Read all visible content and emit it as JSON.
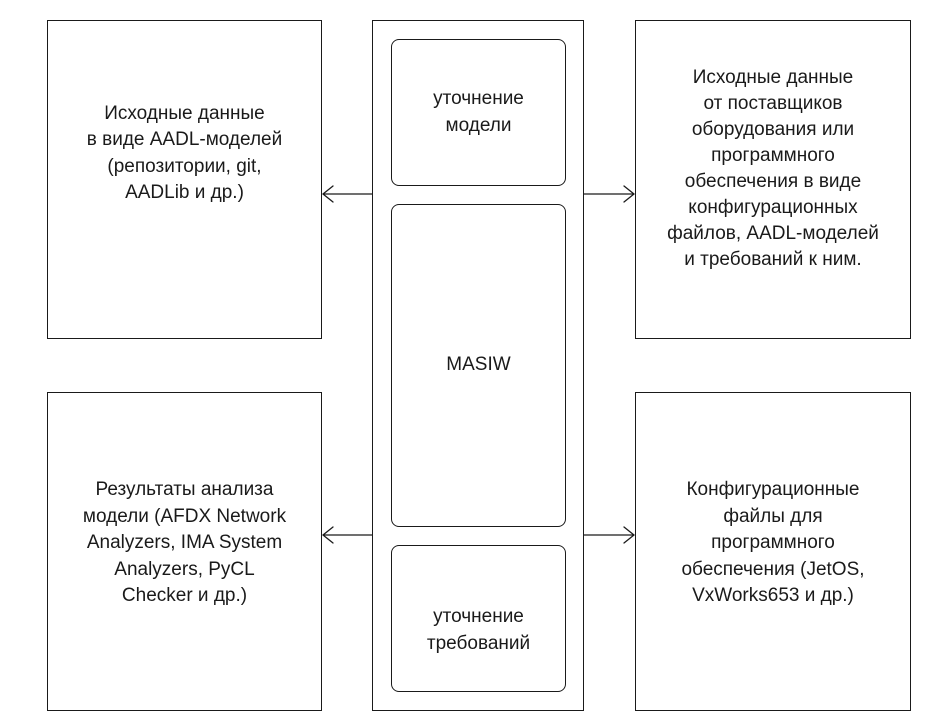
{
  "left_top": {
    "text": "Исходные данные\nв виде AADL-моделей\n(репозитории, git,\nAADLib и др.)"
  },
  "right_top": {
    "text": "Исходные данные\nот поставщиков\nоборудования или\nпрограммного\nобеспечения в виде\nконфигурационных\nфайлов, AADL-моделей\nи требований к ним."
  },
  "left_bottom": {
    "text": "Результаты анализа\nмодели (AFDX Network\nAnalyzers, IMA System\nAnalyzers, PyCL\nChecker и др.)"
  },
  "right_bottom": {
    "text": "Конфигурационные\nфайлы для\nпрограммного\nобеспечения (JetOS,\nVxWorks653 и др.)"
  },
  "center": {
    "top": "уточнение\nмодели",
    "middle": "MASIW",
    "bottom": "уточнение\nтребований"
  }
}
